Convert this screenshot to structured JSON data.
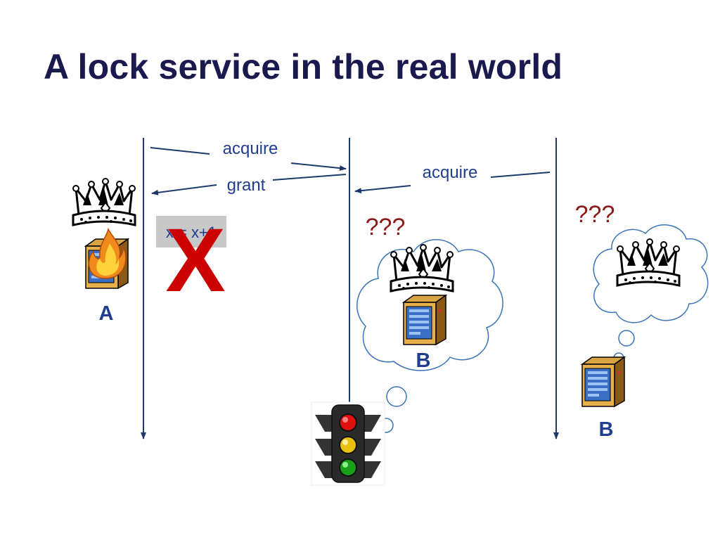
{
  "title": "A lock service in the real world",
  "messages": {
    "acquire_a": "acquire",
    "grant": "grant",
    "acquire_b": "acquire"
  },
  "write_op": "x = x+1",
  "failure_mark": "X",
  "confusion_b_mid": "???",
  "confusion_b_right": "???",
  "nodes": {
    "a": "A",
    "b_mid": "B",
    "b_right": "B"
  },
  "colors": {
    "title": "#1a1a4e",
    "timeline": "#1a3a6b",
    "label": "#1f3e8f",
    "question": "#8b1a1a",
    "failure": "#cc0000"
  },
  "icons": [
    "crown-icon",
    "server-icon",
    "fire-icon",
    "thought-cloud-icon",
    "traffic-light-icon"
  ]
}
